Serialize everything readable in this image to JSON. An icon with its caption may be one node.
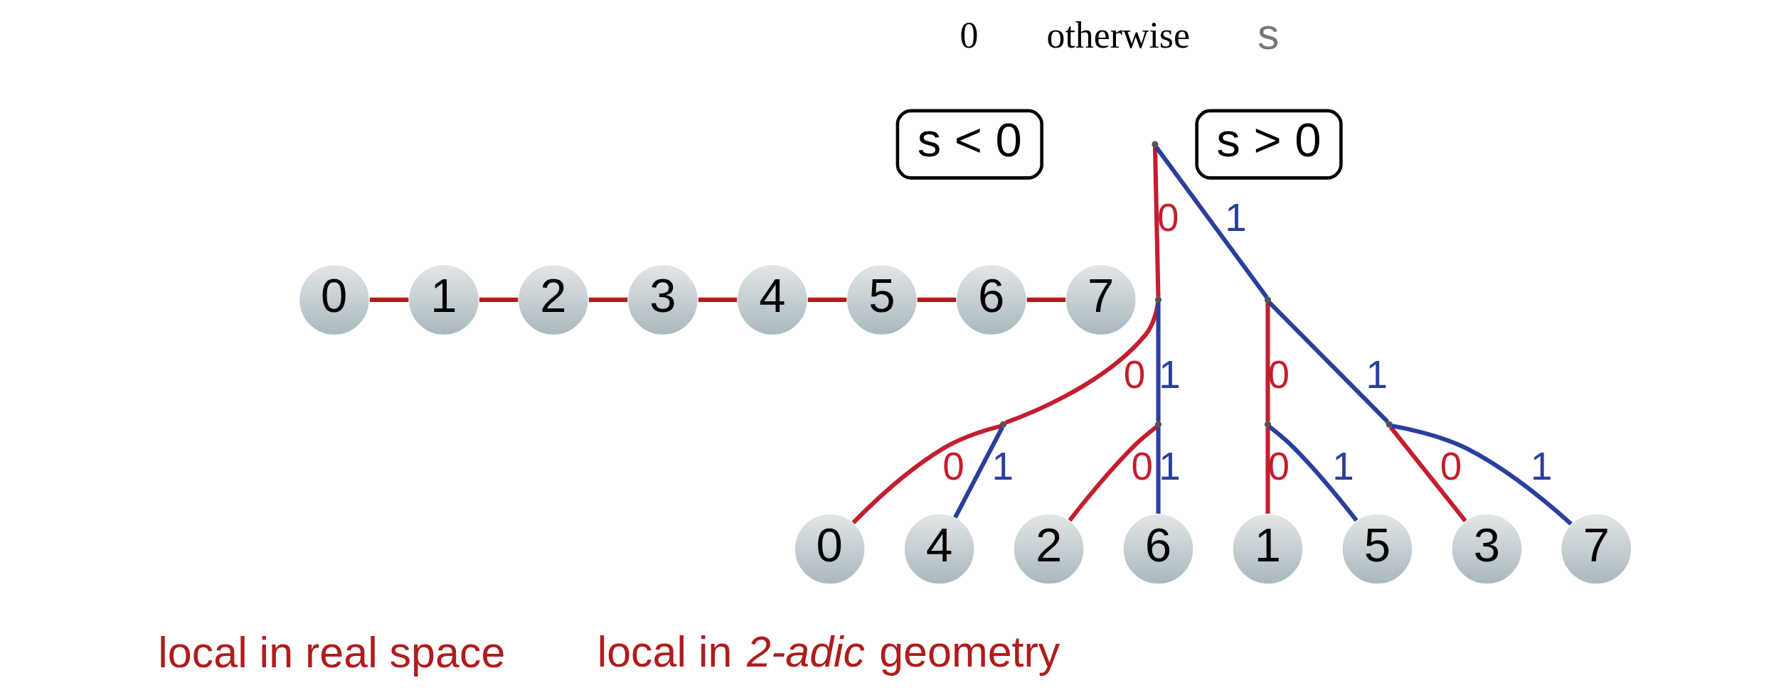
{
  "diagram": {
    "nodes": [
      {
        "text": [
          "s < 0"
        ]
      },
      {
        "text": [
          "s > 0"
        ]
      },
      {
        "text": [
          "0"
        ]
      },
      {
        "text": [
          "1"
        ]
      },
      {
        "text": [
          "2"
        ]
      },
      {
        "text": [
          "3"
        ]
      },
      {
        "text": [
          "4"
        ]
      },
      {
        "text": [
          "5"
        ]
      },
      {
        "text": [
          "6"
        ]
      },
      {
        "text": [
          "7"
        ]
      },
      {
        "text": [],
        "shape": "point"
      },
      {
        "text": [],
        "shape": "point"
      },
      {
        "text": [],
        "shape": "point"
      },
      {
        "text": [],
        "shape": "point"
      },
      {
        "text": [],
        "shape": "point"
      },
      {
        "text": [],
        "shape": "point"
      },
      {
        "text": [],
        "shape": "point"
      },
      {
        "text": [
          "0"
        ]
      },
      {
        "text": [
          "4"
        ]
      },
      {
        "text": [
          "2"
        ]
      },
      {
        "text": [
          "6"
        ]
      },
      {
        "text": [
          "1"
        ]
      },
      {
        "text": [
          "5"
        ]
      },
      {
        "text": [
          "3"
        ]
      },
      {
        "text": [
          "7"
        ]
      }
    ],
    "edges": [
      {
        "from": 2,
        "to": 3,
        "arrow": "none",
        "color": "#b01c1c"
      },
      {
        "from": 3,
        "to": 4,
        "arrow": "none",
        "color": "#b01c1c"
      },
      {
        "from": 4,
        "to": 5,
        "arrow": "none",
        "color": "#b01c1c"
      },
      {
        "from": 5,
        "to": 6,
        "arrow": "none",
        "color": "#b01c1c"
      },
      {
        "from": 6,
        "to": 7,
        "arrow": "none",
        "color": "#b01c1c"
      },
      {
        "from": 7,
        "to": 8,
        "arrow": "none",
        "color": "#b01c1c"
      },
      {
        "from": 8,
        "to": 9,
        "arrow": "none",
        "color": "#b01c1c"
      },
      {
        "from": 10,
        "to": 11,
        "label": "0",
        "arrow": "none",
        "color": "#c41e2e"
      },
      {
        "from": 10,
        "to": 12,
        "label": "1",
        "arrow": "none",
        "color": "#2a3f9d"
      },
      {
        "from": 11,
        "to": 13,
        "label": "0",
        "arrow": "none",
        "color": "#c41e2e"
      },
      {
        "from": 11,
        "to": 14,
        "label": "1",
        "arrow": "none",
        "color": "#2a3f9d"
      },
      {
        "from": 12,
        "to": 15,
        "label": "0",
        "arrow": "none",
        "color": "#c41e2e"
      },
      {
        "from": 12,
        "to": 16,
        "label": "1",
        "arrow": "none",
        "color": "#2a3f9d"
      },
      {
        "from": 13,
        "to": 17,
        "label": "0",
        "arrow": "none",
        "color": "#c41e2e"
      },
      {
        "from": 13,
        "to": 18,
        "label": "1",
        "arrow": "none",
        "color": "#2a3f9d"
      },
      {
        "from": 14,
        "to": 19,
        "label": "0",
        "arrow": "none",
        "color": "#c41e2e"
      },
      {
        "from": 14,
        "to": 20,
        "label": "1",
        "arrow": "none",
        "color": "#2a3f9d"
      },
      {
        "from": 15,
        "to": 21,
        "label": "0",
        "arrow": "none",
        "color": "#c41e2e"
      },
      {
        "from": 15,
        "to": 22,
        "label": "1",
        "arrow": "none",
        "color": "#2a3f9d"
      },
      {
        "from": 16,
        "to": 23,
        "label": "0",
        "arrow": "none",
        "color": "#c41e2e"
      },
      {
        "from": 16,
        "to": 24,
        "label": "1",
        "arrow": "none",
        "color": "#2a3f9d"
      }
    ],
    "labels": [
      "0",
      "otherwise",
      "s",
      "local in real space",
      "local in *2-adic* geometry"
    ]
  }
}
